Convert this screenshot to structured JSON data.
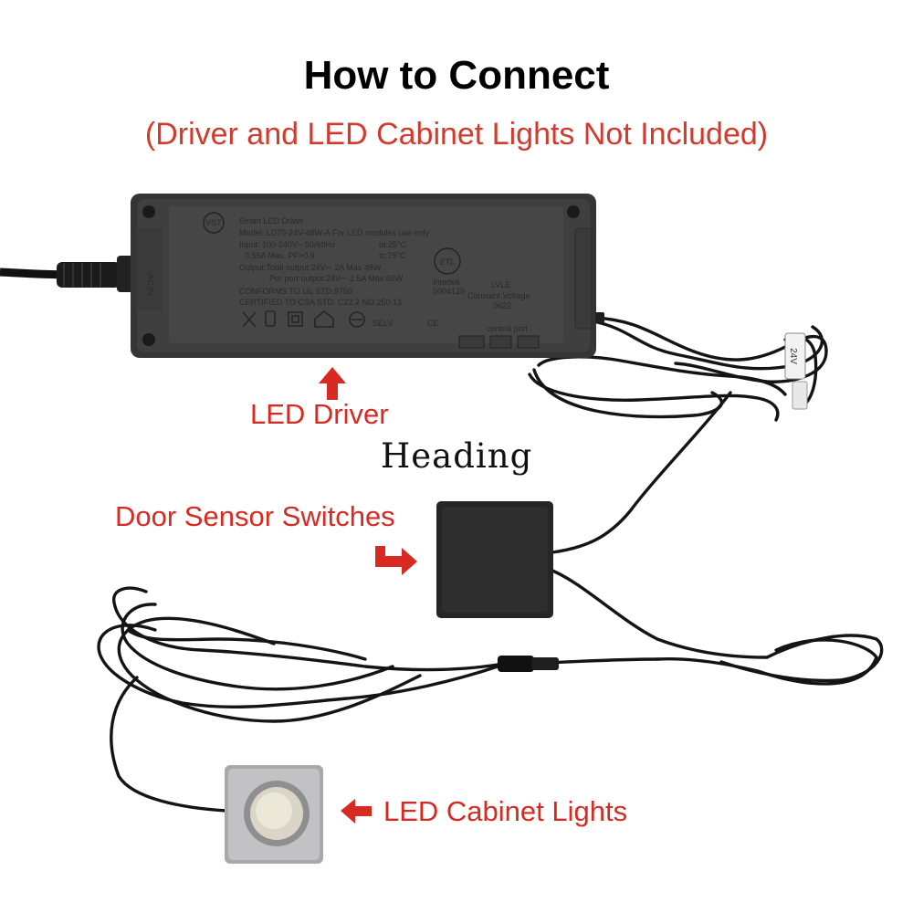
{
  "title": "How to Connect",
  "subtitle": "(Driver and LED Cabinet Lights Not Included)",
  "labels": {
    "driver": "LED Driver",
    "sensor": "Door Sensor Switches",
    "lights": "LED Cabinet Lights",
    "heading": "Heading"
  },
  "driver_print": {
    "line1": "Smart LED Driver",
    "line2": "Model: LD70-24V-48W-A  For LED modules use only",
    "line3": "Input: 100-240V~   50/60Hz",
    "line3b": "ta:25°C",
    "line4": "0.55A Max.  PF>0.9",
    "line4b": "tc:75°C",
    "line5": "Output:Total output:24V⎓ 2A  Max 48W",
    "line6": "Per port output:24V⎓ 2.5A  Max 60W",
    "line7": "CONFORMS TO UL STD.8750",
    "line8": "CERTIFIED TO CSA STD. C22.2 NO.250.13",
    "selv": "SELV",
    "ce": "CE",
    "intertek": "Intertek",
    "intertek_no": "5004129",
    "lvle": "LVLE",
    "cv": "Constant Voltage",
    "cv_no": "0622",
    "brand": "VST",
    "port_label": "control port",
    "side_text": "AC IN"
  },
  "cable_tag": "24V",
  "colors": {
    "title": "#000000",
    "accent_red": "#d62a22",
    "subtitle_red": "#d23a2e",
    "driver_body": "#3c3c3c",
    "sensor_body": "#2a2a2a",
    "light_frame": "#b8b8b8",
    "cable": "#141414"
  },
  "icons": [
    "arrow-up-icon",
    "arrow-right-bent-icon",
    "arrow-left-icon"
  ]
}
